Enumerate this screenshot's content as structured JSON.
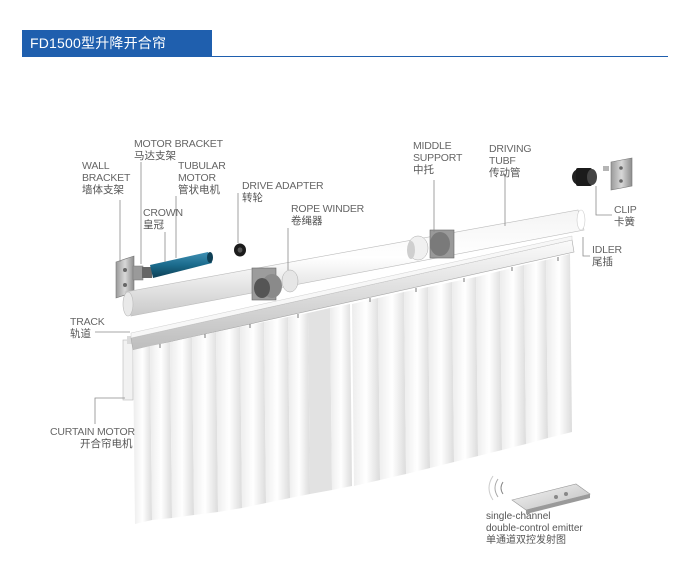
{
  "title": "FD1500型升降开合帘",
  "colors": {
    "brand": "#1f5fae",
    "motor": "#1b6b8c",
    "leader": "#8a8a8a"
  },
  "labels": {
    "motor_bracket": {
      "en": "MOTOR BRACKET",
      "zh": "马达支架"
    },
    "wall_bracket": {
      "en1": "WALL",
      "en2": "BRACKET",
      "zh": "墙体支架"
    },
    "tubular_motor": {
      "en1": "TUBULAR",
      "en2": "MOTOR",
      "zh": "管状电机"
    },
    "crown": {
      "en": "CROWN",
      "zh": "皇冠"
    },
    "drive_adapter": {
      "en": "DRIVE ADAPTER",
      "zh": "转轮"
    },
    "rope_winder": {
      "en": "ROPE WINDER",
      "zh": "卷绳器"
    },
    "middle_support": {
      "en1": "MIDDLE",
      "en2": "SUPPORT",
      "zh": "中托"
    },
    "driving_tube": {
      "en1": "DRIVING",
      "en2": "TUBF",
      "zh": "传动管"
    },
    "clip": {
      "en": "CLIP",
      "zh": "卡簧"
    },
    "idler": {
      "en": "IDLER",
      "zh": "尾插"
    },
    "track": {
      "en": "TRACK",
      "zh": "轨道"
    },
    "curtain_motor": {
      "en": "CURTAIN MOTOR",
      "zh": "开合帘电机"
    }
  },
  "emitter": {
    "line1": "single-channel",
    "line2": "double-control emitter",
    "line3": "单通道双控发射图"
  }
}
